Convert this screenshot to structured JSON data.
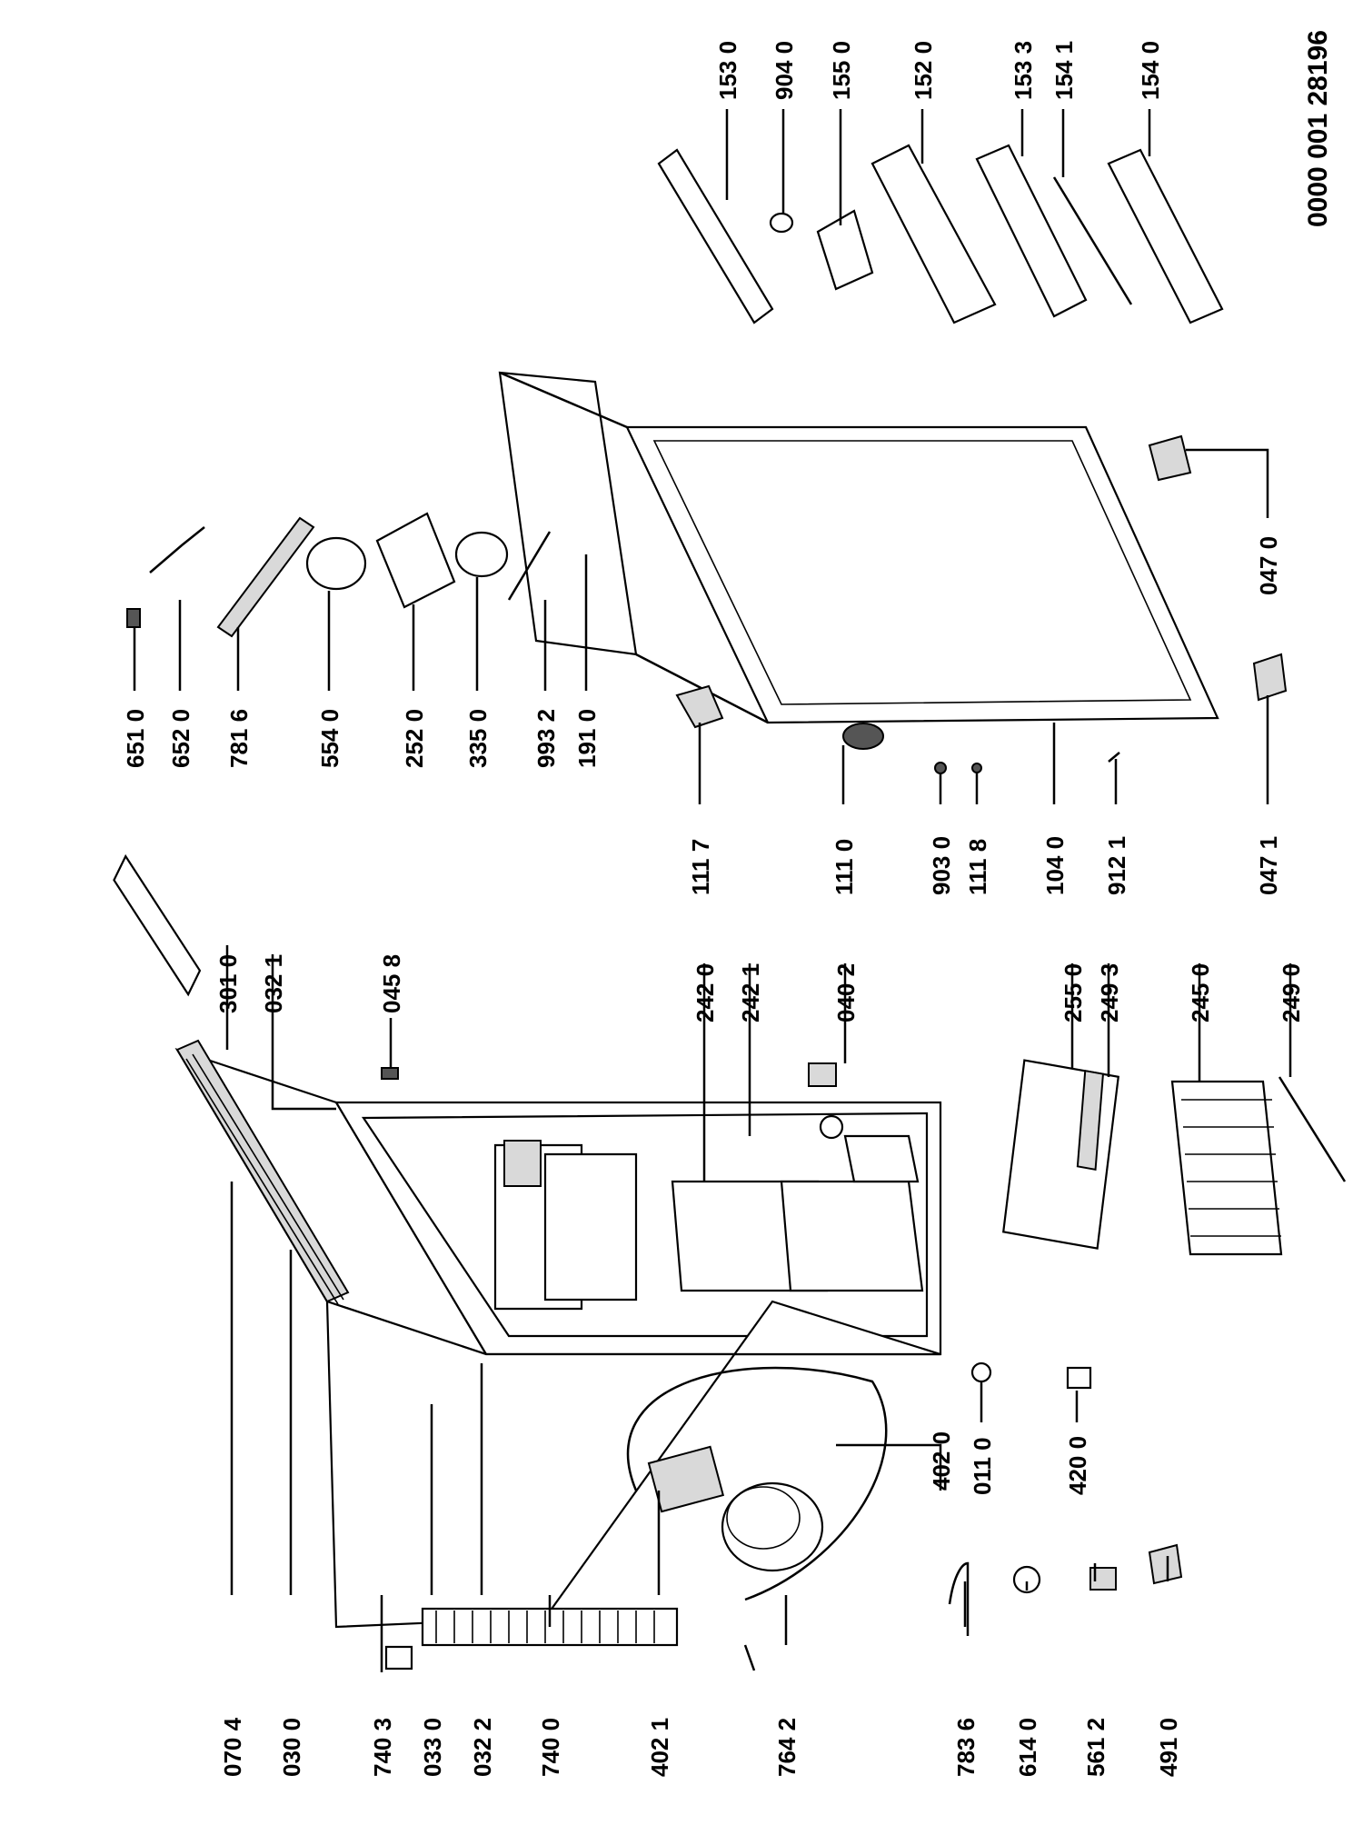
{
  "document_number": "0000 001 28196",
  "part_labels": [
    "070 4",
    "030 0",
    "740 3",
    "033 0",
    "032 2",
    "740 0",
    "402 1",
    "764 2",
    "783 6",
    "614 0",
    "561 2",
    "491 0",
    "011 0",
    "420 0",
    "402 0",
    "301 0",
    "032 1",
    "045 8",
    "242 0",
    "242 1",
    "040 2",
    "255 0",
    "249 3",
    "245 0",
    "249 0",
    "111 7",
    "111 0",
    "903 0",
    "111 8",
    "104 0",
    "912 1",
    "047 1",
    "047 0",
    "651 0",
    "652 0",
    "781 6",
    "554 0",
    "252 0",
    "335 0",
    "993 2",
    "191 0",
    "153 0",
    "904 0",
    "155 0",
    "152 0",
    "153 3",
    "154 1",
    "154 0"
  ]
}
